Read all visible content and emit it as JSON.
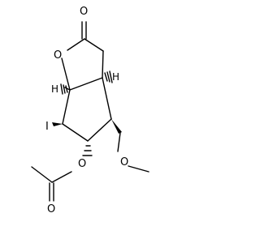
{
  "structure": {
    "atoms": {
      "ring_oxygen": "O",
      "carbonyl_oxygen_top": "O",
      "h_left": "H",
      "h_right": "H",
      "iodine": "I",
      "ether_oxygen": "O",
      "ester_oxygen": "O",
      "ester_carbonyl_oxygen": "O"
    }
  }
}
